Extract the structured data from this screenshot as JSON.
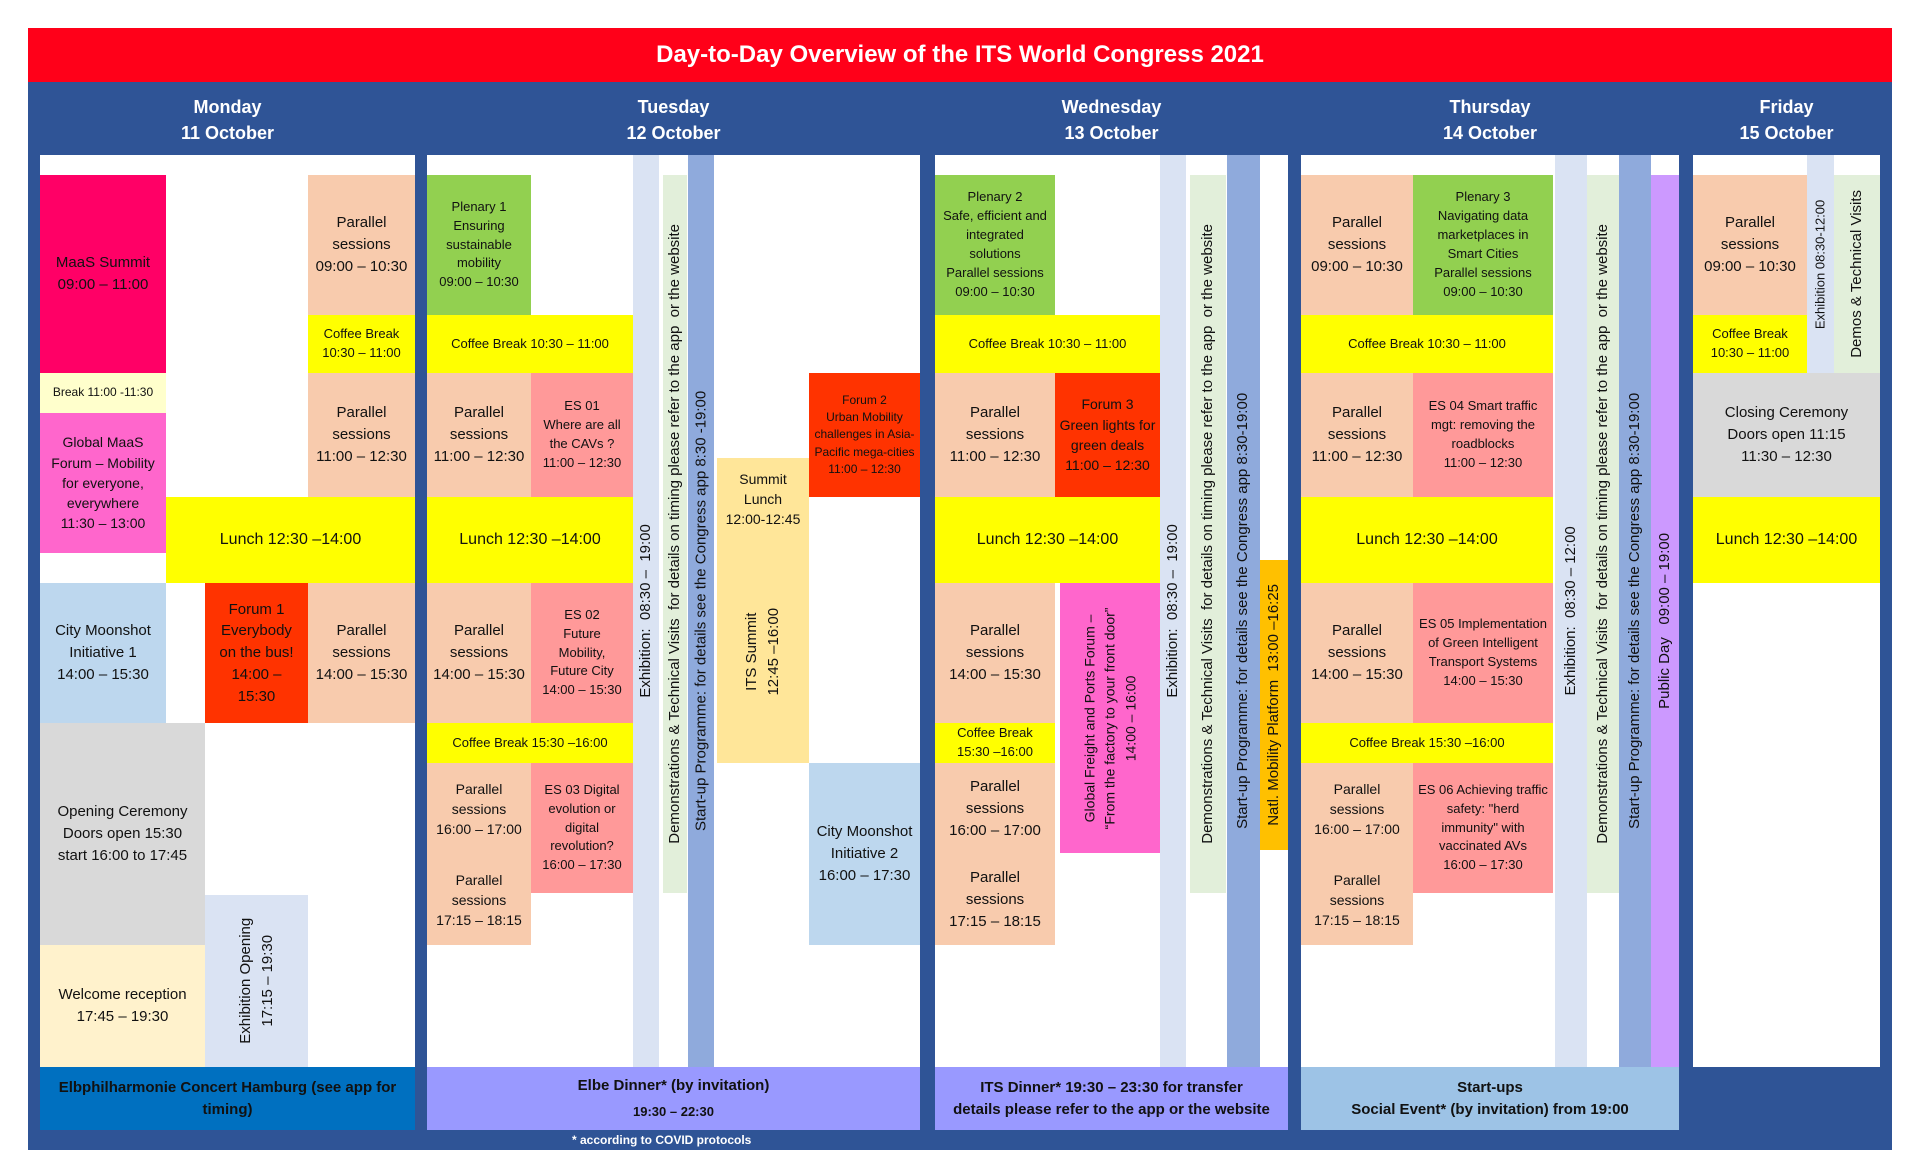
{
  "title": "Day-to-Day Overview of the ITS World Congress 2021",
  "colors": {
    "title_bar": "#ff0019",
    "frame": "#2f5496",
    "maas_summit": "#ff0066",
    "parallel": "#f8cbad",
    "coffee": "#ffff00",
    "lunch": "#ffff00",
    "break": "#ffffcc",
    "global_maas": "#ff66cc",
    "city_moonshot": "#bdd7ee",
    "forum_red": "#ff3300",
    "opening": "#d9d9d9",
    "welcome": "#fff2cc",
    "exhibition": "#dae3f3",
    "demos": "#e2efda",
    "startup": "#8faadc",
    "plenary": "#92d050",
    "es": "#ff9999",
    "summit": "#ffe699",
    "global_freight": "#ff66cc",
    "natl_mobility": "#ffc000",
    "public_day": "#cc99ff",
    "concert": "#0070c0",
    "dinner": "#9999ff",
    "social": "#9dc3e6"
  },
  "days": [
    {
      "name": "Monday",
      "date": "11 October"
    },
    {
      "name": "Tuesday",
      "date": "12 October"
    },
    {
      "name": "Wednesday",
      "date": "13 October"
    },
    {
      "name": "Thursday",
      "date": "14 October"
    },
    {
      "name": "Friday",
      "date": "15 October"
    }
  ],
  "monday": {
    "maas_summit": "MaaS Summit\n09:00 – 11:00",
    "parallel_1": "Parallel\nsessions\n09:00 – 10:30",
    "coffee": "Coffee Break\n10:30 – 11:00",
    "break": "Break 11:00 -11:30",
    "parallel_2": "Parallel\nsessions\n11:00 – 12:30",
    "global_maas": "Global MaaS\nForum – Mobility\nfor everyone,\neverywhere\n11:30 – 13:00",
    "lunch": "Lunch 12:30 –14:00",
    "city_moonshot": "City  Moonshot\nInitiative 1\n14:00 – 15:30",
    "forum1": "Forum 1\nEverybody\non the bus!\n14:00 –\n15:30",
    "parallel_3": "Parallel\nsessions\n14:00 – 15:30",
    "opening": "Opening Ceremony\nDoors open 15:30\nstart 16:00 to 17:45",
    "exhibition_opening": "Exhibition Opening\n17:15 – 19:30",
    "welcome": "Welcome reception\n17:45 – 19:30",
    "footer": "Elbphilharmonie Concert Hamburg  (see app for\ntiming)"
  },
  "tuesday": {
    "plenary1": "Plenary 1\nEnsuring\nsustainable\nmobility\n09:00 – 10:30",
    "coffee1": "Coffee Break  10:30 – 11:00",
    "parallel_1": "Parallel\nsessions\n11:00 – 12:30",
    "es01": "ES 01\nWhere are all\nthe CAVs ?\n11:00 – 12:30",
    "lunch": "Lunch 12:30 –14:00",
    "parallel_2": "Parallel\nsessions\n14:00 – 15:30",
    "es02": "ES 02\nFuture\nMobility,\nFuture City\n14:00 – 15:30",
    "coffee2": "Coffee Break 15:30 –16:00",
    "parallel_3": "Parallel\nsessions\n16:00 – 17:00",
    "parallel_4": "Parallel\nsessions\n17:15 – 18:15",
    "es03": "ES 03  Digital\nevolution or\ndigital\nrevolution?\n16:00 – 17:30",
    "exhibition": "Exhibition:  08:30 –  19:00",
    "demos": "Demonstrations & Technical Visits  for details on timing please refer to the app  or the website",
    "startup": "Start-up Programme: for details see the Congress app 8:30 -19:00",
    "summit_lunch": "Summit\nLunch\n12:00-12:45",
    "its_summit": "ITS Summit\n12:45 –16:00",
    "forum2": "Forum 2\nUrban Mobility\nchallenges in Asia-\nPacific mega-cities\n11:00 – 12:30",
    "city_moonshot": "City Moonshot\nInitiative 2\n16:00 – 17:30",
    "footer_title": "Elbe Dinner* (by invitation)",
    "footer_time": "19:30 – 22:30",
    "note": "* according to COVID protocols"
  },
  "wednesday": {
    "plenary2": "Plenary 2\nSafe, efficient and\nintegrated\nsolutions\nParallel sessions\n09:00 – 10:30",
    "coffee1": "Coffee Break   10:30 – 11:00",
    "parallel_1": "Parallel\nsessions\n11:00 – 12:30",
    "forum3": "Forum 3\nGreen lights for\ngreen deals\n11:00 – 12:30",
    "lunch": "Lunch 12:30 –14:00",
    "parallel_2": "Parallel\nsessions\n14:00 – 15:30",
    "coffee2": "Coffee Break\n15:30 –16:00",
    "parallel_3": "Parallel\nsessions\n16:00 – 17:00",
    "parallel_4": "Parallel\nsessions\n17:15 – 18:15",
    "global_freight": "Global Freight and Ports Forum –\n“From the factory to your front door”\n14:00 – 16:00",
    "exhibition": "Exhibition:  08:30 –  19:00",
    "demos": "Demonstrations & Technical Visits  for details on timing please refer to the app  or the website",
    "startup": "Start-up Programme: for details see the Congress app 8:30-19:00",
    "natl": "Natl. Mobility Platform  13:00 –16:25",
    "footer": "ITS Dinner*     19:30 – 23:30  for transfer\ndetails please refer to the app  or the website"
  },
  "thursday": {
    "parallel_1": "Parallel\nsessions\n09:00 – 10:30",
    "plenary3": "Plenary 3\nNavigating data\nmarketplaces in\nSmart Cities\nParallel sessions\n09:00 – 10:30",
    "coffee1": "Coffee Break  10:30 – 11:00",
    "parallel_2": "Parallel\nsessions\n11:00 – 12:30",
    "es04": "ES 04  Smart traffic\nmgt: removing the\nroadblocks\n11:00 – 12:30",
    "lunch": "Lunch 12:30 –14:00",
    "parallel_3": "Parallel\nsessions\n14:00 – 15:30",
    "es05": "ES 05 Implementation\nof Green Intelligent\nTransport Systems\n14:00 – 15:30",
    "coffee2": "Coffee Break 15:30 –16:00",
    "parallel_4": "Parallel\nsessions\n16:00 – 17:00",
    "parallel_5": "Parallel\nsessions\n17:15 – 18:15",
    "es06": "ES 06 Achieving traffic\nsafety: \"herd\nimmunity\" with\nvaccinated AVs\n16:00 – 17:30",
    "exhibition": "Exhibition:  08:30 – 12:00",
    "demos": "Demonstrations & Technical Visits  for details on timing please refer to the app  or the website",
    "startup": "Start-up Programme: for details see the Congress app 8:30-19:00",
    "public_day": "Public Day   09:00 – 19:00",
    "footer": "Start-ups\nSocial Event*  (by invitation) from 19:00"
  },
  "friday": {
    "parallel": "Parallel\nsessions\n09:00 – 10:30",
    "exhibition": "Exhibition 08:30-12:00",
    "demos": "Demos & Technical Visits",
    "coffee": "Coffee Break\n10:30 – 11:00",
    "closing": "Closing Ceremony\nDoors open 11:15\n11:30 – 12:30",
    "lunch": "Lunch 12:30 –14:00"
  }
}
